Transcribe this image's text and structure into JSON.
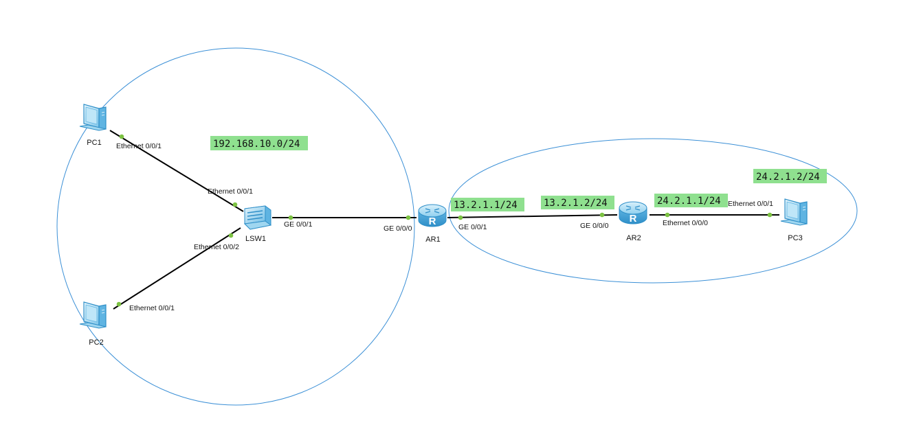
{
  "colors": {
    "area_stroke": "#3a8fd6",
    "link_stroke": "#000000",
    "port_dot": "#7cc242",
    "label_bg": "#8fe08f",
    "device_light": "#d9f0fb",
    "device_mid": "#7fc6ea",
    "device_dark": "#2f8fc8"
  },
  "devices": {
    "pc1": {
      "label": "PC1",
      "icon": "pc-icon"
    },
    "pc2": {
      "label": "PC2",
      "icon": "pc-icon"
    },
    "pc3": {
      "label": "PC3",
      "icon": "pc-icon"
    },
    "lsw1": {
      "label": "LSW1",
      "icon": "switch-icon"
    },
    "ar1": {
      "label": "AR1",
      "icon": "router-icon"
    },
    "ar2": {
      "label": "AR2",
      "icon": "router-icon"
    }
  },
  "ports": {
    "pc1_eth": "Ethernet 0/0/1",
    "lsw1_eth1": "Ethernet 0/0/1",
    "lsw1_eth2": "Ethernet 0/0/2",
    "pc2_eth": "Ethernet 0/0/1",
    "lsw1_ge": "GE 0/0/1",
    "ar1_ge0": "GE 0/0/0",
    "ar1_ge1": "GE 0/0/1",
    "ar2_ge0": "GE 0/0/0",
    "ar2_eth0": "Ethernet 0/0/0",
    "pc3_eth": "Ethernet 0/0/1"
  },
  "networks": {
    "lan": "192.168.10.0/24",
    "ar1_wan": "13.2.1.1/24",
    "ar2_wan": "13.2.1.2/24",
    "ar2_lan": "24.2.1.1/24",
    "pc3_ip": "24.2.1.2/24"
  }
}
